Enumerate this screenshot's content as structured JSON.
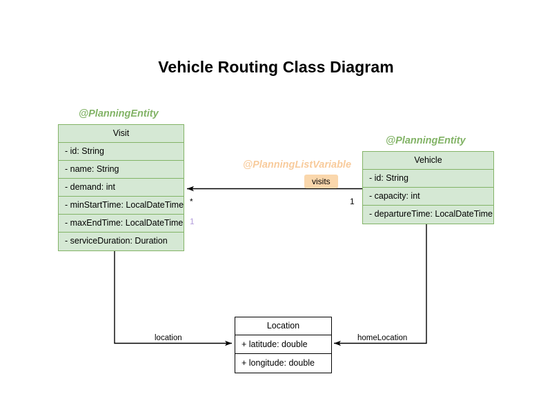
{
  "page": {
    "title": "Vehicle Routing Class Diagram",
    "background": "#ffffff"
  },
  "theme": {
    "entity_fill": "#d5e8d4",
    "entity_stroke": "#82b366",
    "plain_fill": "#ffffff",
    "plain_stroke": "#000000",
    "stereotype_green": "#82b366",
    "stereotype_orange": "#f8cb9c",
    "label_chip_fill": "#fad7ac",
    "multiplicity_lilac": "#b39ddb",
    "edge_stroke": "#000000"
  },
  "classes": {
    "visit": {
      "stereotype": "@PlanningEntity",
      "name": "Visit",
      "attributes": [
        "- id: String",
        "- name: String",
        "- demand: int",
        "- minStartTime: LocalDateTime",
        "- maxEndTime: LocalDateTime",
        "- serviceDuration: Duration"
      ]
    },
    "vehicle": {
      "stereotype": "@PlanningEntity",
      "name": "Vehicle",
      "attributes": [
        "- id: String",
        "- capacity: int",
        "- departureTime: LocalDateTime"
      ]
    },
    "location": {
      "name": "Location",
      "attributes": [
        "+ latitude: double",
        "+ longitude: double"
      ]
    }
  },
  "relations": {
    "visits": {
      "stereotype": "@PlanningListVariable",
      "label": "visits",
      "source_multiplicity": "1",
      "target_multiplicity": "*"
    },
    "visit_location": {
      "label": "location",
      "source_multiplicity": "1"
    },
    "vehicle_home_location": {
      "label": "homeLocation"
    }
  }
}
